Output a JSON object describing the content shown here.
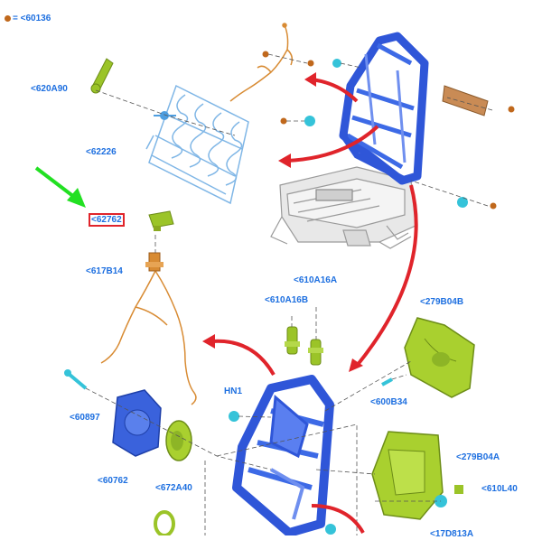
{
  "legend": {
    "text": "= <60136"
  },
  "callouts": {
    "c620A90": "<620A90",
    "c62226": "<62226",
    "c62762": "<62762",
    "c617B14": "<617B14",
    "c610A16A": "<610A16A",
    "c610A16B": "<610A16B",
    "c279B04B": "<279B04B",
    "cHN1": "HN1",
    "c600B34": "<600B34",
    "c60897": "<60897",
    "c279B04A": "<279B04A",
    "c60762": "<60762",
    "c672A40": "<672A40",
    "c610L40": "<610L40",
    "c17D813A": "<17D813A"
  },
  "colors": {
    "label": "#1d6fe0",
    "frame": "#2f56d8",
    "mat": "#7fb6e6",
    "harness": "#d88b33",
    "green_part": "#9bc428",
    "cyan_clip": "#35c3d9",
    "fastener_dot": "#c0681c",
    "red_arrow": "#e0242b",
    "green_arrow": "#22e022",
    "highlight_box": "#e0242b"
  }
}
